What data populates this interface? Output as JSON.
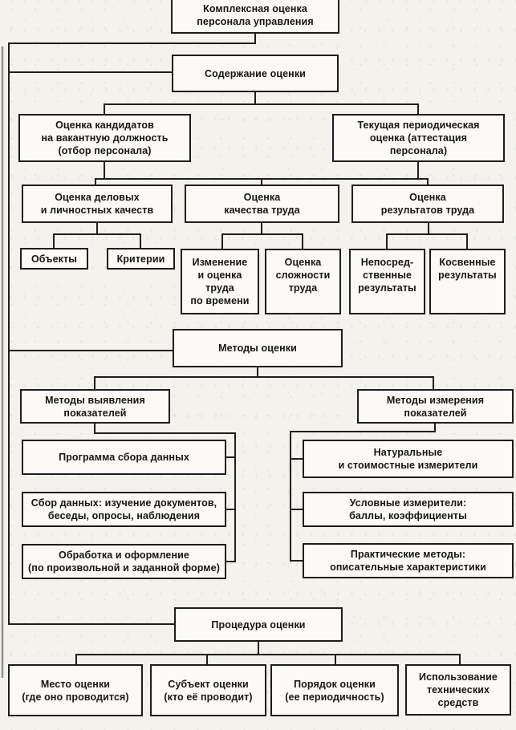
{
  "figure": {
    "type": "flowchart",
    "language": "ru",
    "topic": "Комплексная оценка персонала управления"
  },
  "colors": {
    "line": "#1f1e1c",
    "box_background": "#fbfaf6",
    "page_background": "#f3f2ed"
  },
  "nodes": {
    "root": {
      "label": "Комплексная оценка\nперсонала управления"
    },
    "content": {
      "label": "Содержание оценки"
    },
    "candidates": {
      "label": "Оценка кандидатов\nна вакантную должность\n(отбор персонала)"
    },
    "periodic": {
      "label": "Текущая периодическая\nоценка (аттестация\nперсонала)"
    },
    "qualities": {
      "label": "Оценка деловых\nи личностных качеств"
    },
    "work_quality": {
      "label": "Оценка\nкачества труда"
    },
    "work_results": {
      "label": "Оценка\nрезультатов труда"
    },
    "objects": {
      "label": "Объекты"
    },
    "criteria": {
      "label": "Критерии"
    },
    "time_assessment": {
      "label": "Изменение\nи оценка\nтруда\nпо времени"
    },
    "complexity": {
      "label": "Оценка\nсложности\nтруда"
    },
    "direct_results": {
      "label": "Непосред-\nственные\nрезультаты"
    },
    "indirect_results": {
      "label": "Косвенные\nрезультаты"
    },
    "methods": {
      "label": "Методы оценки"
    },
    "methods_identify": {
      "label": "Методы выявления\nпоказателей"
    },
    "methods_measure": {
      "label": "Методы измерения\nпоказателей"
    },
    "program": {
      "label": "Программа сбора данных"
    },
    "data_collection": {
      "label": "Сбор данных: изучение документов,\nбеседы, опросы, наблюдения"
    },
    "processing": {
      "label": "Обработка и оформление\n(по произвольной и заданной форме)"
    },
    "natural": {
      "label": "Натуральные\nи стоимостные измерители"
    },
    "conditional": {
      "label": "Условные измерители:\nбаллы, коэффициенты"
    },
    "practical": {
      "label": "Практические методы:\nописательные характеристики"
    },
    "procedure": {
      "label": "Процедура оценки"
    },
    "place": {
      "label": "Место оценки\n(где оно проводится)"
    },
    "subject": {
      "label": "Субъект оценки\n(кто её проводит)"
    },
    "order": {
      "label": "Порядок оценки\n(ее периодичность)"
    },
    "technical": {
      "label": "Использование\nтехнических\nсредств"
    }
  }
}
